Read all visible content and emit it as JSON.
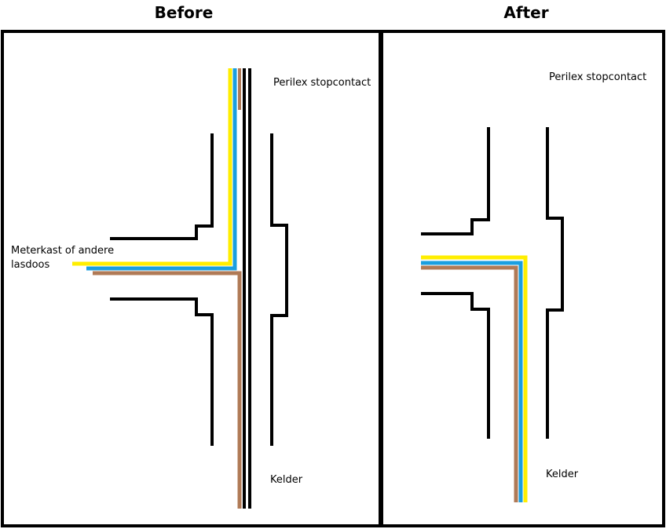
{
  "panels": [
    {
      "heading": "Before",
      "labels": {
        "top": "Perilex stopcontact",
        "bottom": "Kelder",
        "left_line1": "Meterkast of andere",
        "left_line2": "lasdoos"
      }
    },
    {
      "heading": "After",
      "labels": {
        "top": "Perilex stopcontact",
        "bottom": "Kelder"
      }
    }
  ],
  "colors": {
    "yellow": "#ffee00",
    "blue": "#1a9fe0",
    "brown": "#b07a56",
    "black": "#000000"
  }
}
